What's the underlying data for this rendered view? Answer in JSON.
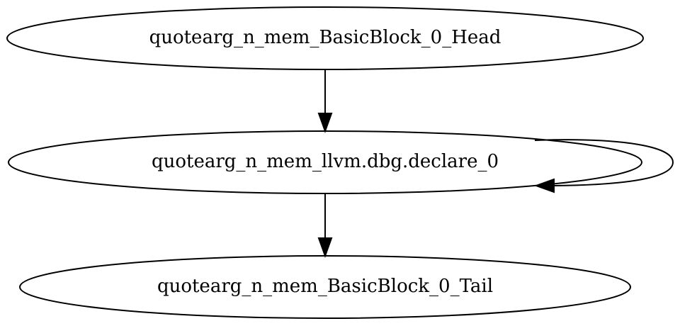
{
  "graph": {
    "nodes": [
      {
        "id": "head",
        "label": "quotearg_n_mem_BasicBlock_0_Head"
      },
      {
        "id": "declare",
        "label": "quotearg_n_mem_llvm.dbg.declare_0"
      },
      {
        "id": "tail",
        "label": "quotearg_n_mem_BasicBlock_0_Tail"
      }
    ],
    "edges": [
      {
        "from": "head",
        "to": "declare"
      },
      {
        "from": "declare",
        "to": "declare"
      },
      {
        "from": "declare",
        "to": "tail"
      }
    ]
  },
  "style": {
    "background": "#ffffff",
    "stroke": "#000000"
  }
}
